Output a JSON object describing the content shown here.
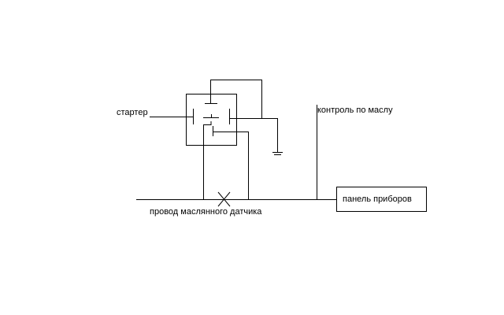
{
  "labels": {
    "starter": "стартер",
    "oil_control": "контроль по маслу",
    "oil_sensor_wire": "провод маслянного датчика",
    "dashboard": "панель приборов"
  },
  "colors": {
    "line": "#000000",
    "background": "#ffffff"
  }
}
